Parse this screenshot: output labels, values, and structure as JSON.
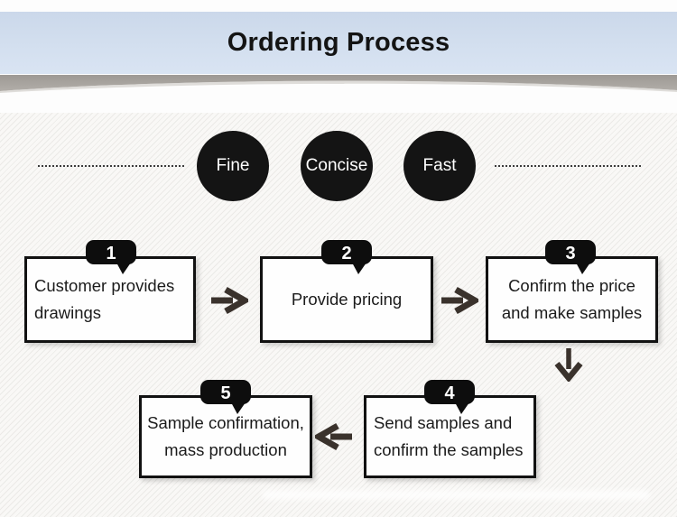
{
  "header": {
    "title": "Ordering Process"
  },
  "qualities": [
    {
      "label": "Fine"
    },
    {
      "label": "Concise"
    },
    {
      "label": "Fast"
    }
  ],
  "steps": [
    {
      "number": "1",
      "lines": [
        "Customer provides",
        "drawings"
      ]
    },
    {
      "number": "2",
      "lines": [
        "Provide pricing",
        ""
      ]
    },
    {
      "number": "3",
      "lines": [
        "Confirm the price",
        "and make samples"
      ]
    },
    {
      "number": "4",
      "lines": [
        "Send samples and",
        "confirm the samples"
      ]
    },
    {
      "number": "5",
      "lines": [
        "Sample confirmation,",
        "mass production"
      ]
    }
  ],
  "flow": {
    "arrow_1": "step1-to-step2",
    "arrow_2": "step2-to-step3",
    "arrow_down": "step3-to-step4",
    "arrow_left": "step4-to-step5"
  },
  "colors": {
    "header_band": "#d3dfef",
    "swoosh_gray": "#a6a29c",
    "circle_fill": "#141414",
    "circle_text": "#ffffff",
    "box_border": "#111111",
    "box_fill": "#fefefe",
    "badge_fill": "#0d0d0d",
    "badge_text": "#ffffff",
    "arrow": "#3a322c",
    "body_text": "#1b1b1b"
  }
}
